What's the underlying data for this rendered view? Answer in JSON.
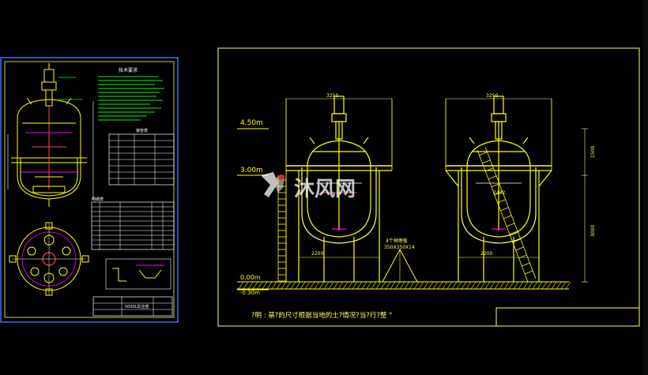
{
  "colors": {
    "background": "#000000",
    "frame": "#ffff66",
    "vessel": "#ffff00",
    "annotation": "#00ff00",
    "detail": "#ff00ff",
    "highlight": "#ff4444",
    "cyan": "#00ffff",
    "blue_border": "#3b6cff",
    "white": "#ffffff"
  },
  "left_sheet": {
    "notes_title": "技术要求",
    "parts_table_title": "接管表",
    "bom_title": "明细表",
    "title_block_label": "5000L反应釜"
  },
  "right_sheet": {
    "elevation_top": "4.50m",
    "elevation_mid": "3.00m",
    "elevation_ground": "0.00m",
    "elevation_below": "-0.30m",
    "dim_width_left": "3250",
    "dim_width_right": "3250",
    "dim_spacing_left": "2200",
    "dim_spacing_right": "2200",
    "dim_height_upper": "1500",
    "dim_height_lower": "3000",
    "dim_diag": "2432",
    "foundation_label": "4个预埋板",
    "foundation_size": "350X350X14",
    "footer_note": "?明 : 基?的尺寸根据当地的土?情况?当?行?整 °"
  },
  "watermark": {
    "text": "沐风网"
  }
}
